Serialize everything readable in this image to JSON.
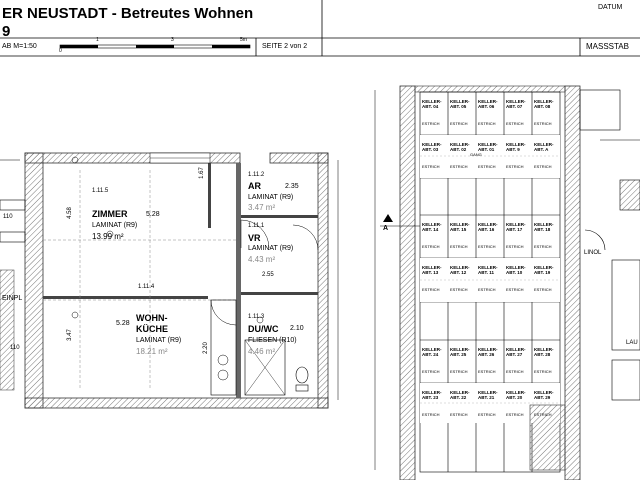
{
  "header": {
    "title": "ER NEUSTADT - Betreutes Wohnen",
    "subtitle": "9",
    "date_label": "DATUM",
    "scale_label": "AB M=1:50",
    "scalebar_ticks": [
      "0",
      "1",
      "3",
      "5m"
    ],
    "page_label": "SEITE 2 von 2",
    "scale_box": "MASSSTAB"
  },
  "left_plan": {
    "rooms": [
      {
        "id": "1.11.5",
        "name": "ZIMMER",
        "floor": "LAMINAT (R9)",
        "area": "13.99 m²",
        "height": "5.28"
      },
      {
        "id": "1.11.4",
        "name": "WOHN-",
        "name2": "KÜCHE",
        "floor": "LAMINAT (R9)",
        "area": "18.21 m²",
        "height": "5.28"
      },
      {
        "id": "1.11.2",
        "name": "AR",
        "floor": "LAMINAT (R9)",
        "area": "3.47 m²",
        "height": "2.35"
      },
      {
        "id": "1.11.1",
        "name": "VR",
        "floor": "LAMINAT (R9)",
        "area": "4.43 m²"
      },
      {
        "id": "1.11.3",
        "name": "DU/WC",
        "floor": "FLIESEN (R10)",
        "area": "4.46 m²",
        "height": "2.10"
      }
    ],
    "edge_labels": [
      "110",
      "110",
      "EINPL"
    ],
    "misc_dims": [
      "2.20",
      "1.67",
      "3.47",
      "4.58",
      "2.55"
    ]
  },
  "right_plan": {
    "marker": "A",
    "cells": [
      [
        "KELLER-ABT. 04",
        "KELLER-ABT. 05",
        "KELLER-ABT. 06",
        "KELLER-ABT. 07",
        "KELLER-ABT. 08"
      ],
      [
        "KELLER-ABT. 03",
        "KELLER-ABT. 02",
        "KELLER-ABT. 01",
        "KELLER-ABT. 9",
        "KELLER-ABT. A"
      ],
      [
        "KELLER-ABT. 14",
        "KELLER-ABT. 15",
        "KELLER-ABT. 16",
        "KELLER-ABT. 17",
        "KELLER-ABT. 18"
      ],
      [
        "KELLER-ABT. 13",
        "KELLER-ABT. 12",
        "KELLER-ABT. 11",
        "KELLER-ABT. 10",
        "KELLER-ABT. 19"
      ],
      [
        "KELLER-ABT. 24",
        "KELLER-ABT. 25",
        "KELLER-ABT. 26",
        "KELLER-ABT. 27",
        "KELLER-ABT. 28"
      ],
      [
        "KELLER-ABT. 23",
        "KELLER-ABT. 22",
        "KELLER-ABT. 21",
        "KELLER-ABT. 20",
        "KELLER-ABT. 29"
      ]
    ],
    "floor_word": "ESTRICH",
    "side_labels": [
      "LINOL",
      "LAU",
      "GANG"
    ]
  },
  "colors": {
    "wall": "#555555",
    "hatch": "#999999",
    "line": "#000000"
  }
}
